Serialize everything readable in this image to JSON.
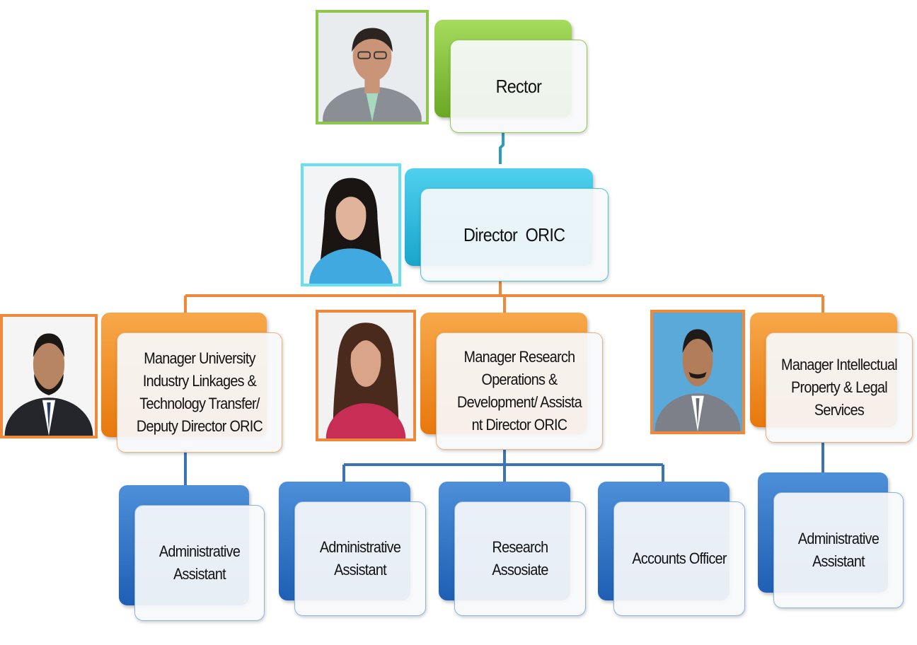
{
  "nodes": {
    "rector": "Rector",
    "director": "Director  ORIC",
    "manager_uil": "Manager University Industry Linkages & Technology Transfer/ Deputy Director ORIC",
    "manager_rod": "Manager Research Operations & Development/ Assista nt Director ORIC",
    "manager_ip": "Manager Intellectual Property & Legal Services",
    "admin_assistant_1": "Administrative Assistant",
    "admin_assistant_2": "Administrative Assistant",
    "research_associate": "Research Assosiate",
    "accounts_officer": "Accounts Officer",
    "admin_assistant_3": "Administrative Assistant"
  },
  "colors": {
    "level_rector": "#7cc142",
    "level_director": "#29b6d8",
    "level_manager": "#f08c1e",
    "level_staff": "#2f70c4",
    "connector_top": "#2e9bbf",
    "connector_orange": "#f0883a",
    "connector_blue": "#3b73b9"
  }
}
